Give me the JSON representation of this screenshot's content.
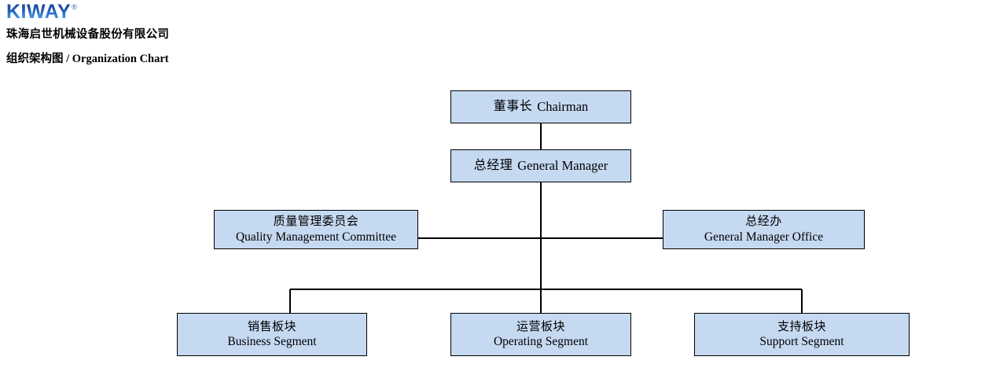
{
  "header": {
    "logo_text": "KIWAY",
    "logo_registered_mark": "®",
    "company_name": "珠海启世机械设备股份有限公司",
    "chart_title_zh": "组织架构图",
    "chart_title_separator": " / ",
    "chart_title_en": "Organization Chart"
  },
  "colors": {
    "node_fill": "#c5d9f1",
    "node_border": "#000000",
    "logo_blue_dark": "#1b3f8f",
    "logo_blue_light": "#5ea8e8",
    "connector": "#000000",
    "background": "#ffffff"
  },
  "chart_data": {
    "type": "diagram",
    "title": "组织架构图 / Organization Chart",
    "nodes": [
      {
        "id": "chairman",
        "zh": "董事长",
        "en": "Chairman",
        "level": 0
      },
      {
        "id": "general-manager",
        "zh": "总经理",
        "en": "General Manager",
        "level": 1
      },
      {
        "id": "quality-management-committee",
        "zh": "质量管理委员会",
        "en": "Quality Management Committee",
        "level": 2
      },
      {
        "id": "general-manager-office",
        "zh": "总经办",
        "en": "General Manager Office",
        "level": 2
      },
      {
        "id": "business-segment",
        "zh": "销售板块",
        "en": "Business Segment",
        "level": 3
      },
      {
        "id": "operating-segment",
        "zh": "运营板块",
        "en": "Operating Segment",
        "level": 3
      },
      {
        "id": "support-segment",
        "zh": "支持板块",
        "en": "Support Segment",
        "level": 3
      }
    ],
    "edges": [
      {
        "from": "chairman",
        "to": "general-manager"
      },
      {
        "from": "general-manager",
        "to": "quality-management-committee"
      },
      {
        "from": "general-manager",
        "to": "general-manager-office"
      },
      {
        "from": "general-manager",
        "to": "business-segment"
      },
      {
        "from": "general-manager",
        "to": "operating-segment"
      },
      {
        "from": "general-manager",
        "to": "support-segment"
      }
    ]
  }
}
